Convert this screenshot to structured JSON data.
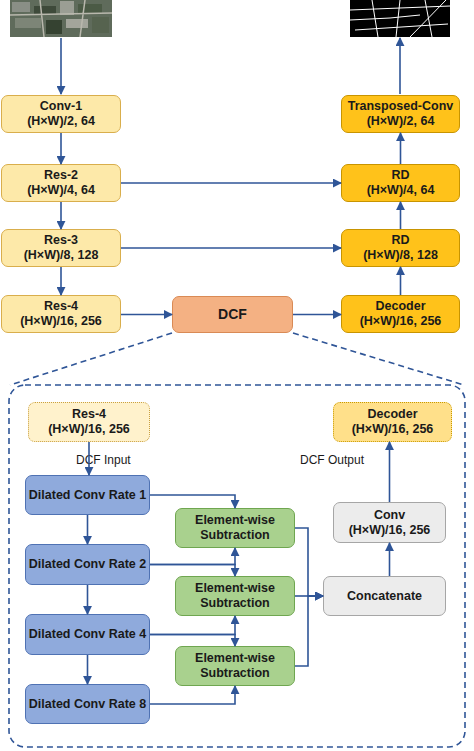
{
  "diagram": {
    "nodes": [
      {
        "text": [
          "Conv-1",
          "(H×W)/2, 64"
        ]
      },
      {
        "text": [
          "Transposed-Conv",
          "(H×W)/2, 64"
        ]
      },
      {
        "text": [
          "Res-2",
          "(H×W)/4, 64"
        ]
      },
      {
        "text": [
          "RD",
          "(H×W)/4, 64"
        ]
      },
      {
        "text": [
          "Res-3",
          "(H×W)/8, 128"
        ]
      },
      {
        "text": [
          "RD",
          "(H×W)/8, 128"
        ]
      },
      {
        "text": [
          "Res-4",
          "(H×W)/16, 256"
        ]
      },
      {
        "text": [
          "DCF"
        ]
      },
      {
        "text": [
          "Decoder",
          "(H×W)/16, 256"
        ]
      },
      {
        "text": [
          "Res-4",
          "(H×W)/16, 256"
        ]
      },
      {
        "text": [
          "Decoder",
          "(H×W)/16, 256"
        ]
      },
      {
        "text": [
          "Dilated Conv Rate 1"
        ]
      },
      {
        "text": [
          "Dilated Conv Rate 2"
        ]
      },
      {
        "text": [
          "Dilated Conv Rate 4"
        ]
      },
      {
        "text": [
          "Dilated Conv Rate 8"
        ]
      },
      {
        "text": [
          "Conv",
          "(H×W)/16, 256"
        ]
      },
      {
        "text": [
          "Element-wise Subtraction"
        ]
      },
      {
        "text": [
          "Element-wise Subtraction"
        ]
      },
      {
        "text": [
          "Element-wise Subtraction"
        ]
      },
      {
        "text": [
          "Concatenate"
        ]
      }
    ],
    "edges": [
      {
        "from": 0,
        "to": 2,
        "arrow": "to"
      },
      {
        "from": 2,
        "to": 4,
        "arrow": "to"
      },
      {
        "from": 4,
        "to": 6,
        "arrow": "to"
      },
      {
        "from": 6,
        "to": 7,
        "arrow": "to"
      },
      {
        "from": 7,
        "to": 8,
        "arrow": "to"
      },
      {
        "from": 8,
        "to": 5,
        "arrow": "to"
      },
      {
        "from": 5,
        "to": 3,
        "arrow": "to"
      },
      {
        "from": 3,
        "to": 1,
        "arrow": "to"
      },
      {
        "from": 2,
        "to": 3,
        "arrow": "to"
      },
      {
        "from": 4,
        "to": 5,
        "arrow": "to"
      },
      {
        "from": 9,
        "to": 11,
        "arrow": "to"
      },
      {
        "from": 11,
        "to": 12,
        "arrow": "to"
      },
      {
        "from": 12,
        "to": 13,
        "arrow": "to"
      },
      {
        "from": 13,
        "to": 14,
        "arrow": "to"
      },
      {
        "from": 11,
        "to": 16,
        "arrow": "to"
      },
      {
        "from": 12,
        "to": 16,
        "arrow": "to"
      },
      {
        "from": 12,
        "to": 17,
        "arrow": "to"
      },
      {
        "from": 13,
        "to": 17,
        "arrow": "to"
      },
      {
        "from": 13,
        "to": 18,
        "arrow": "to"
      },
      {
        "from": 14,
        "to": 18,
        "arrow": "to"
      },
      {
        "from": 16,
        "to": 19,
        "arrow": "to"
      },
      {
        "from": 17,
        "to": 19,
        "arrow": "to"
      },
      {
        "from": 18,
        "to": 19,
        "arrow": "to"
      },
      {
        "from": 19,
        "to": 15,
        "arrow": "to"
      },
      {
        "from": 15,
        "to": 10,
        "arrow": "to"
      }
    ],
    "labels": [
      "DCF Input",
      "DCF Output"
    ]
  }
}
